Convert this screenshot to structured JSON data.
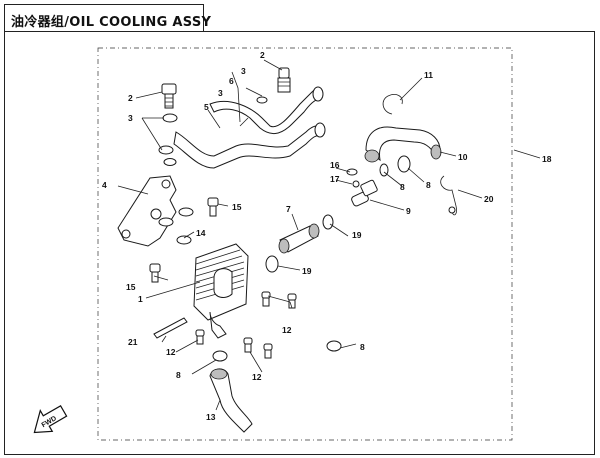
{
  "title": "油冷器组/OIL COOLING ASSY",
  "fwd_label": "FWD",
  "callouts": {
    "c1": "1",
    "c2a": "2",
    "c2b": "2",
    "c3a": "3",
    "c3b": "3",
    "c3c": "3",
    "c4": "4",
    "c5": "5",
    "c6": "6",
    "c7": "7",
    "c8a": "8",
    "c8b": "8",
    "c8c": "8",
    "c8d": "8",
    "c9": "9",
    "c10": "10",
    "c11": "11",
    "c12a": "12",
    "c12b": "12",
    "c12c": "12",
    "c13": "13",
    "c14": "14",
    "c15a": "15",
    "c15b": "15",
    "c16": "16",
    "c17": "17",
    "c18": "18",
    "c19a": "19",
    "c19b": "19",
    "c20": "20",
    "c21": "21"
  }
}
